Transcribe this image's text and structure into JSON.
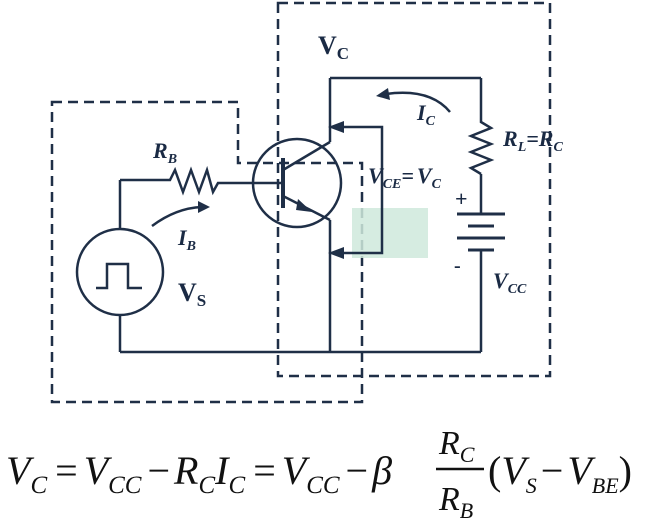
{
  "colors": {
    "wire": "#1f2f47",
    "dashed": "#1f2f47",
    "highlight": "#cfe9dc",
    "text": "#1a2a44"
  },
  "labels": {
    "vc_main": "V",
    "vc_main_sub": "C",
    "rb": "R",
    "rb_sub": "B",
    "ib": "I",
    "ib_sub": "B",
    "vs": "V",
    "vs_sub": "S",
    "ic": "I",
    "ic_sub": "C",
    "rl": "R",
    "rl_sub": "L",
    "rl_eq": "=",
    "rc": "R",
    "rc_sub": "C",
    "vce": "V",
    "vce_sub": "CE",
    "vce_eq": "=",
    "vce_vc": "V",
    "vce_vc_sub": "C",
    "plus": "+",
    "minus": "-",
    "vcc": "V",
    "vcc_sub": "CC"
  },
  "equation": {
    "vc": "V",
    "vc_sub": "C",
    "eq1": "=",
    "vcc1": "V",
    "vcc1_sub": "CC",
    "minus1": "−",
    "rc": "R",
    "rc_sub": "C",
    "ic": "I",
    "ic_sub": "C",
    "eq2": "=",
    "vcc2": "V",
    "vcc2_sub": "CC",
    "minus2": "−",
    "beta": "β",
    "num": "R",
    "num_sub": "C",
    "den": "R",
    "den_sub": "B",
    "lparen": "(",
    "vs": "V",
    "vs_sub": "S",
    "minus3": "−",
    "vbe": "V",
    "vbe_sub": "BE",
    "rparen": ")"
  }
}
